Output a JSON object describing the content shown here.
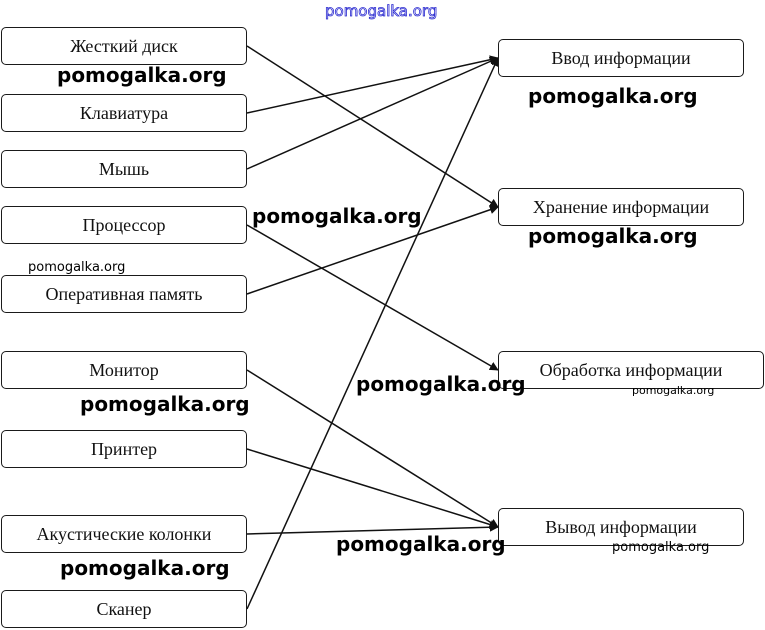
{
  "diagram": {
    "devices": [
      {
        "id": "hdd",
        "label": "Жесткий диск"
      },
      {
        "id": "keyboard",
        "label": "Клавиатура"
      },
      {
        "id": "mouse",
        "label": "Мышь"
      },
      {
        "id": "cpu",
        "label": "Процессор"
      },
      {
        "id": "ram",
        "label": "Оперативная память"
      },
      {
        "id": "monitor",
        "label": "Монитор"
      },
      {
        "id": "printer",
        "label": "Принтер"
      },
      {
        "id": "speakers",
        "label": "Акустические колонки"
      },
      {
        "id": "scanner",
        "label": "Сканер"
      }
    ],
    "functions": [
      {
        "id": "input",
        "label": "Ввод информации"
      },
      {
        "id": "storage",
        "label": "Хранение информации"
      },
      {
        "id": "processing",
        "label": "Обработка информации"
      },
      {
        "id": "output",
        "label": "Вывод информации"
      }
    ],
    "connections": [
      {
        "from": "hdd",
        "to": "storage"
      },
      {
        "from": "keyboard",
        "to": "input"
      },
      {
        "from": "mouse",
        "to": "input"
      },
      {
        "from": "cpu",
        "to": "processing"
      },
      {
        "from": "ram",
        "to": "storage"
      },
      {
        "from": "monitor",
        "to": "output"
      },
      {
        "from": "printer",
        "to": "output"
      },
      {
        "from": "speakers",
        "to": "output"
      },
      {
        "from": "scanner",
        "to": "input"
      }
    ]
  },
  "watermarks": {
    "text": "pomogalka.org",
    "link_color": "#2a2ad0"
  }
}
